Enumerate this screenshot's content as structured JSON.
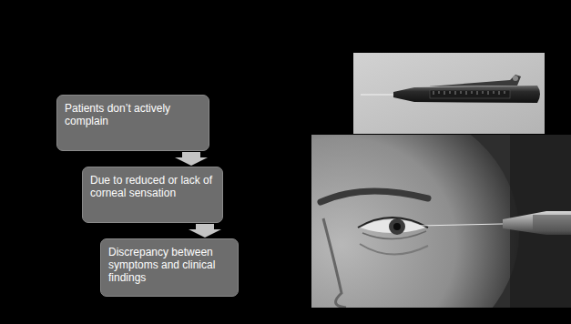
{
  "diagram": {
    "nodes": [
      {
        "text": [
          "Patients don’t actively complain"
        ]
      },
      {
        "text": [
          "Due to reduced or lack of corneal sensation"
        ]
      },
      {
        "text": [
          "Discrepancy between symptoms and clinical findings"
        ]
      }
    ],
    "edges": [
      {
        "from": 0,
        "to": 1,
        "arrow": "to"
      },
      {
        "from": 1,
        "to": 2,
        "arrow": "to"
      }
    ]
  }
}
